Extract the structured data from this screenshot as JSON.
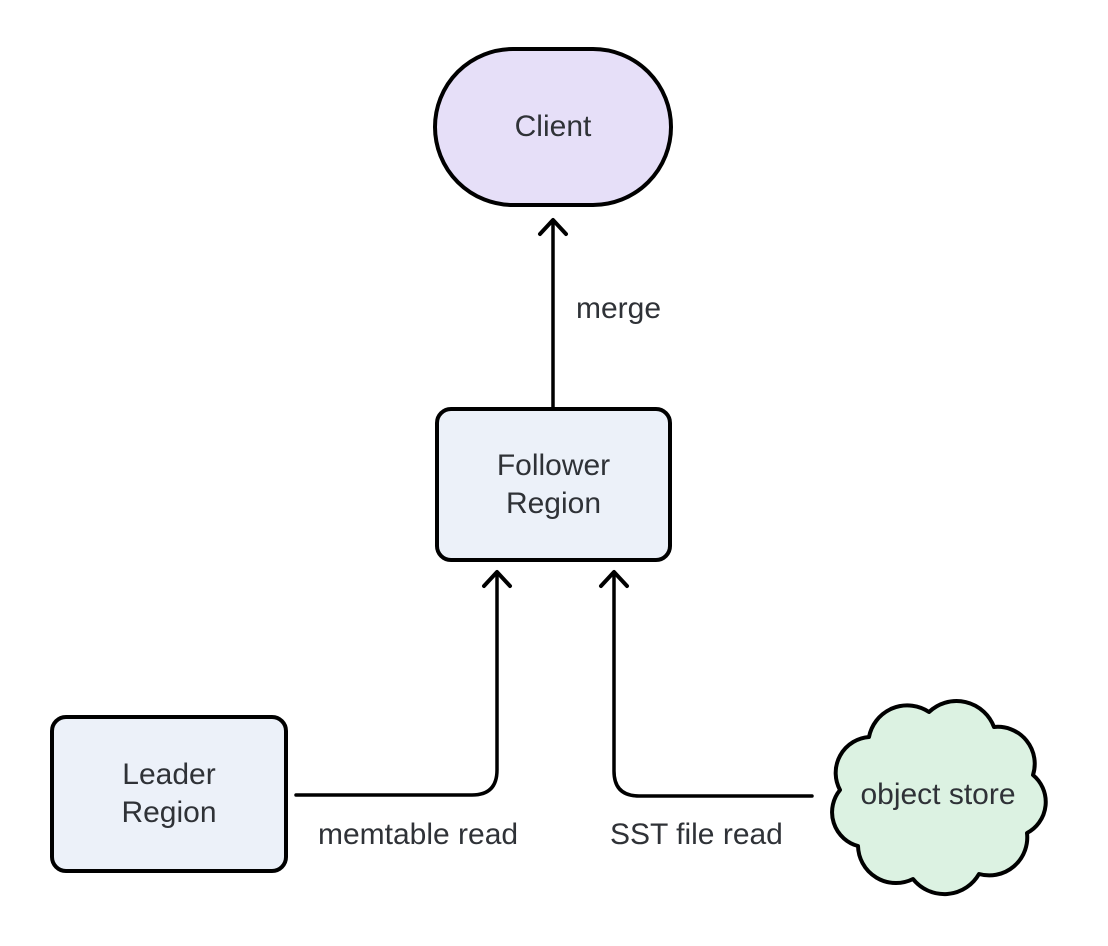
{
  "diagram": {
    "background": "#ffffff",
    "stroke_color": "#000000",
    "text_color": "#2f3237",
    "nodes": [
      {
        "id": "client",
        "label": "Client",
        "shape": "stadium",
        "fill": "#e6dff8"
      },
      {
        "id": "follower-region",
        "label": "Follower Region",
        "shape": "rounded-rect",
        "fill": "#ecf1f9"
      },
      {
        "id": "leader-region",
        "label": "Leader Region",
        "shape": "rounded-rect",
        "fill": "#ecf1f9"
      },
      {
        "id": "object-store",
        "label": "object store",
        "shape": "cloud",
        "fill": "#dcf2e2"
      }
    ],
    "edges": [
      {
        "from": "follower-region",
        "to": "client",
        "label": "merge"
      },
      {
        "from": "leader-region",
        "to": "follower-region",
        "label": "memtable read"
      },
      {
        "from": "object-store",
        "to": "follower-region",
        "label": "SST file read"
      }
    ]
  }
}
